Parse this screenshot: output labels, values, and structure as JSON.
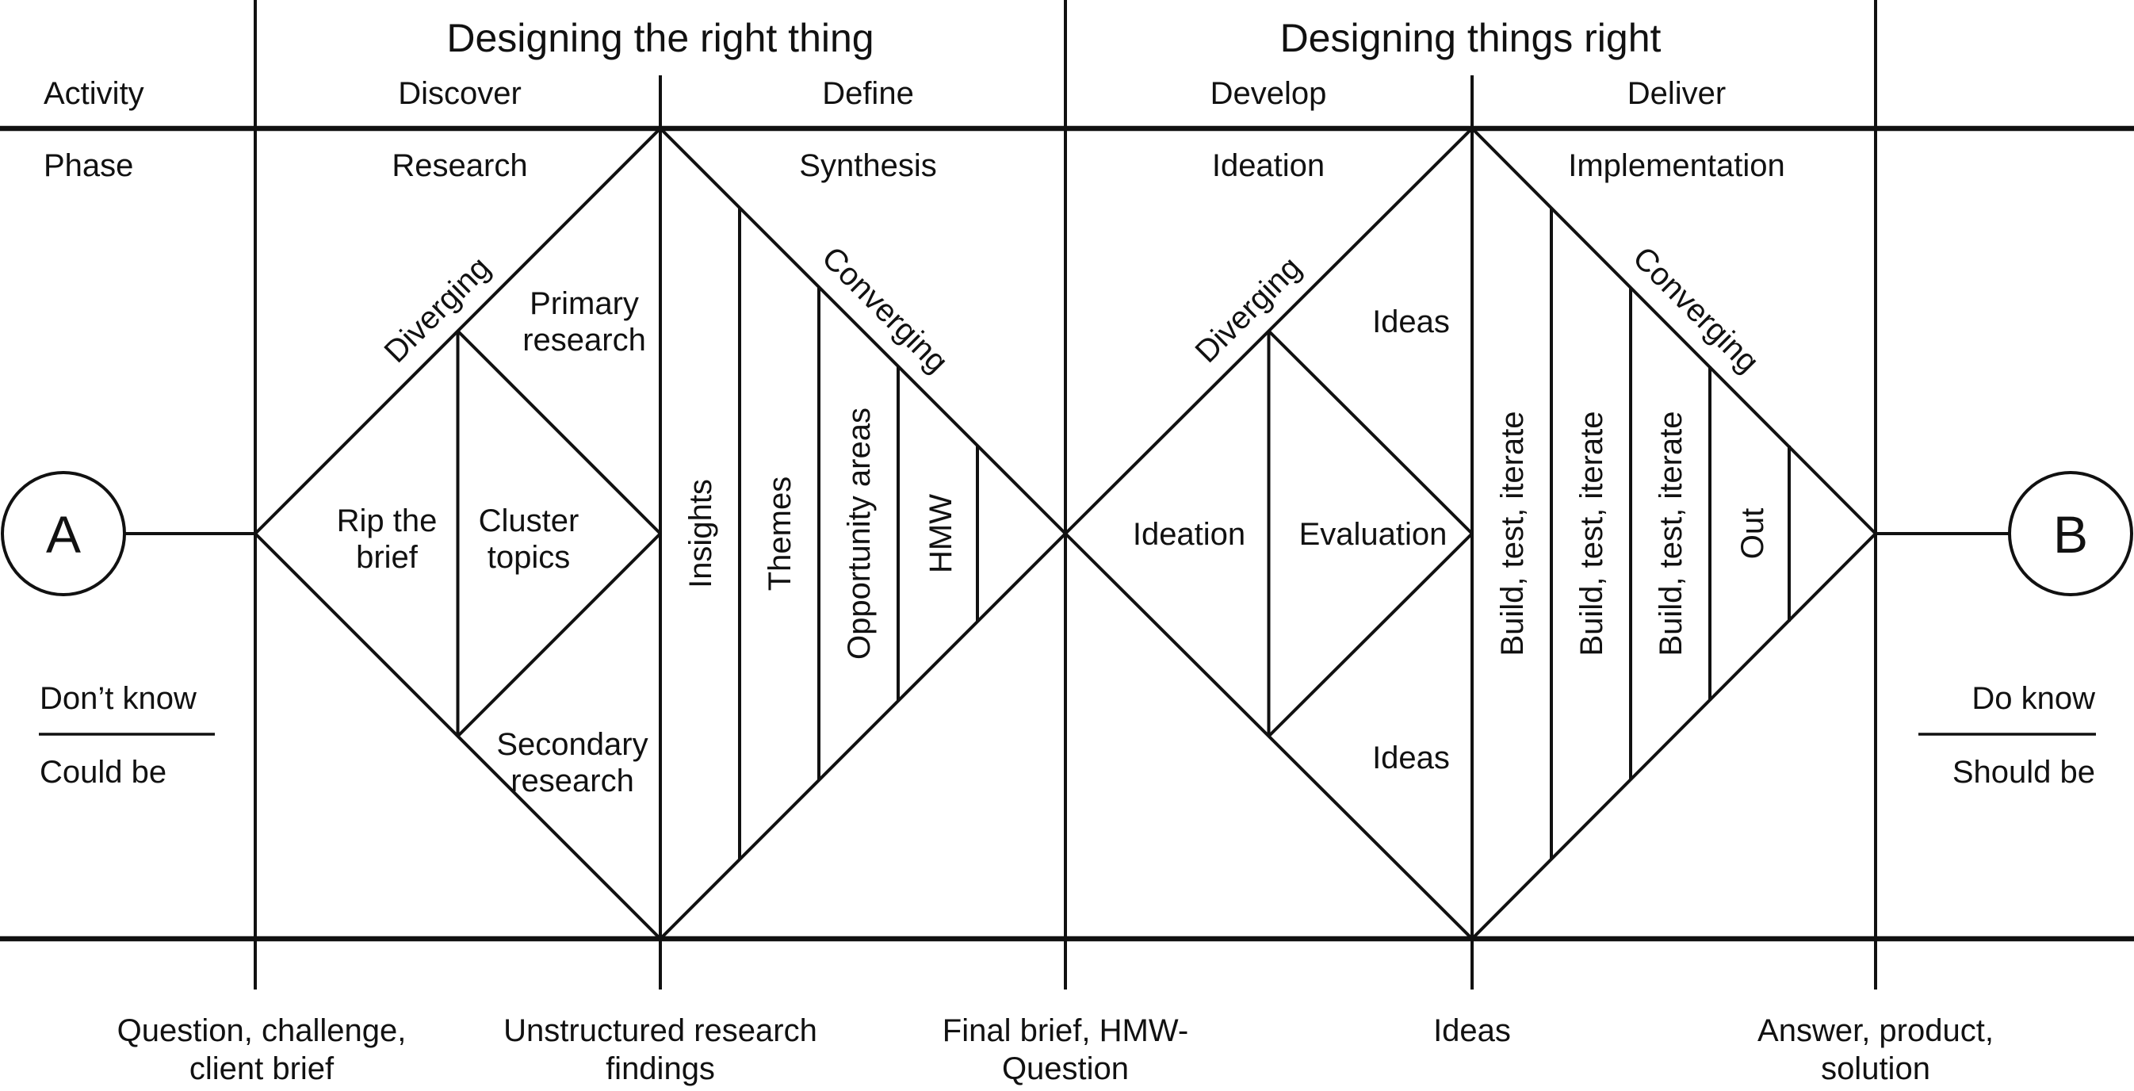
{
  "palette": {
    "ink": "#111111",
    "background": "#ffffff"
  },
  "header": {
    "group_titles": {
      "left": "Designing the right thing",
      "right": "Designing things right"
    },
    "activity_row_label": "Activity",
    "phase_row_label": "Phase",
    "columns": [
      {
        "activity": "Discover",
        "phase": "Research"
      },
      {
        "activity": "Define",
        "phase": "Synthesis"
      },
      {
        "activity": "Develop",
        "phase": "Ideation"
      },
      {
        "activity": "Deliver",
        "phase": "Implementation"
      }
    ]
  },
  "endpoints": {
    "start": {
      "node": "A",
      "above_line": "Don’t know",
      "below_line": "Could be"
    },
    "end": {
      "node": "B",
      "above_line": "Do know",
      "below_line": "Should be"
    }
  },
  "diamond_discover_define": {
    "edge_labels": {
      "diverging": "Diverging",
      "converging": "Converging"
    },
    "upper_region": [
      "Primary",
      "research"
    ],
    "lower_region": [
      "Secondary",
      "research"
    ],
    "outer_triangle": [
      "Rip the",
      "brief"
    ],
    "inner_triangle": [
      "Cluster",
      "topics"
    ],
    "converging_strips": [
      "Insights",
      "Themes",
      "Opportunity areas",
      "HMW"
    ]
  },
  "diamond_develop_deliver": {
    "edge_labels": {
      "diverging": "Diverging",
      "converging": "Converging"
    },
    "upper_region": "Ideas",
    "lower_region": "Ideas",
    "outer_triangle": "Ideation",
    "inner_triangle": "Evaluation",
    "converging_strips": [
      "Build, test, iterate",
      "Build, test, iterate",
      "Build, test, iterate",
      "Out"
    ]
  },
  "milestones": [
    {
      "lines": [
        "Question, challenge,",
        "client brief"
      ]
    },
    {
      "lines": [
        "Unstructured research",
        "findings"
      ]
    },
    {
      "lines": [
        "Final brief, HMW-",
        "Question"
      ]
    },
    {
      "lines": [
        "Ideas"
      ]
    },
    {
      "lines": [
        "Answer, product,",
        "solution"
      ]
    }
  ]
}
